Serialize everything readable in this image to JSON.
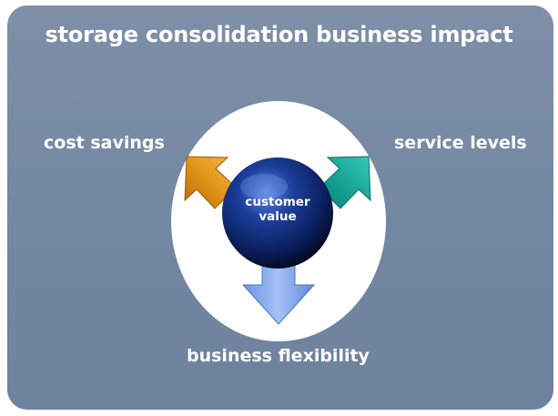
{
  "title": "storage consolidation business impact",
  "center": {
    "line1": "customer",
    "line2": "value"
  },
  "labels": {
    "cost_savings": "cost savings",
    "service_levels": "service levels",
    "business_flexibility": "business flexibility"
  },
  "colors": {
    "background_panel": "#7a8da6",
    "white_disc": "#ffffff",
    "sphere": "#0a2a7a",
    "arrow_cost_savings": "#d9901a",
    "arrow_service_levels": "#1aa89a",
    "arrow_business_flexibility": "#8fb3f0"
  }
}
